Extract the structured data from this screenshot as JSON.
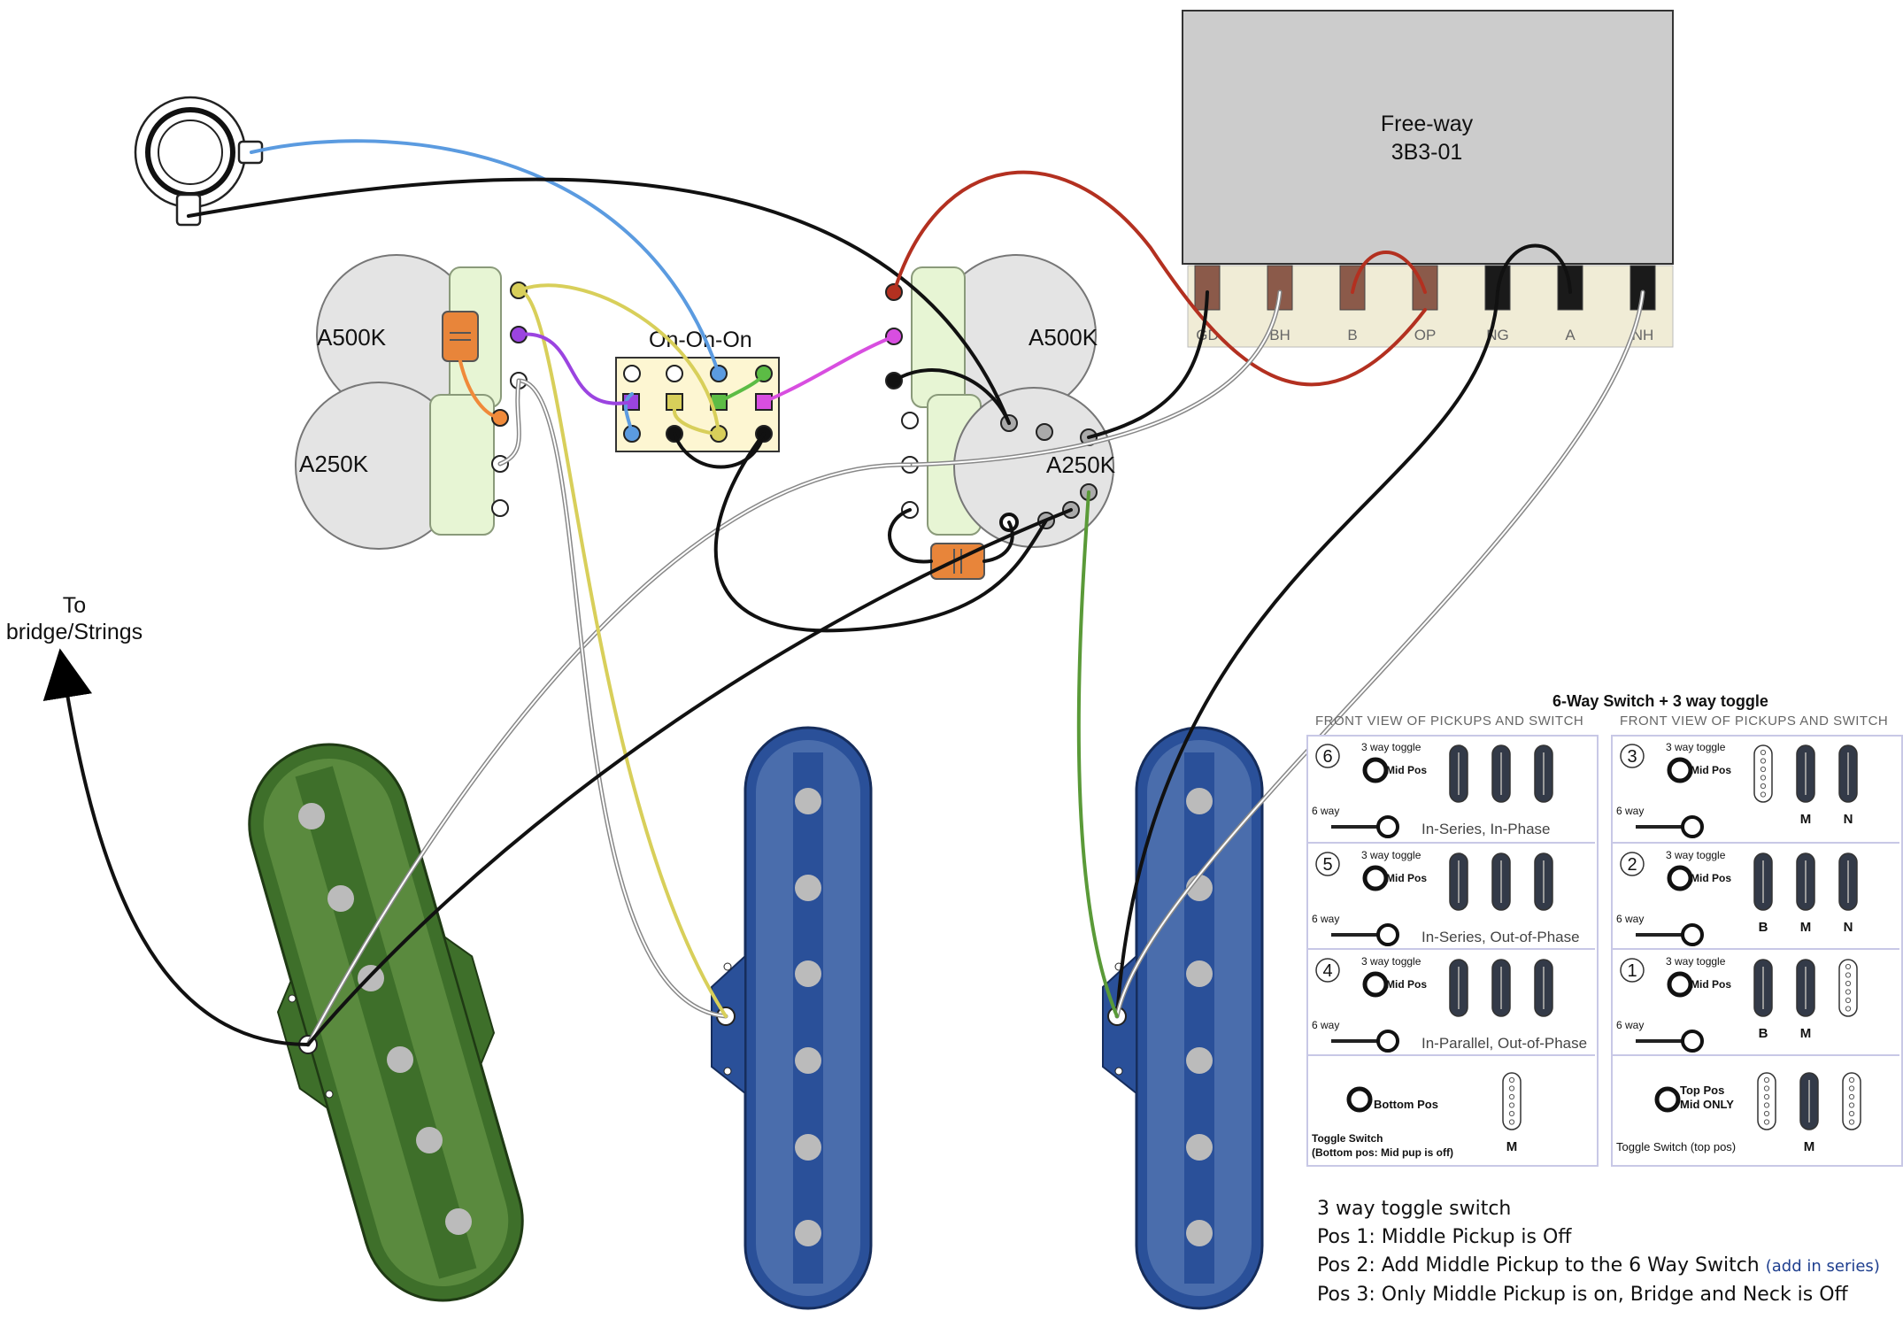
{
  "controller": {
    "title_line1": "Free-way",
    "title_line2": "3B3-01",
    "terminals": [
      "GD",
      "BH",
      "B",
      "OP",
      "NG",
      "A",
      "NH"
    ]
  },
  "switch_label": "On-On-On",
  "pots": [
    {
      "id": "vol-1",
      "label": "A500K"
    },
    {
      "id": "tone-1",
      "label": "A250K"
    },
    {
      "id": "vol-2",
      "label": "A500K"
    },
    {
      "id": "tone-2",
      "label": "A250K"
    }
  ],
  "bridge_label": [
    "To",
    "bridge/Strings"
  ],
  "chart": {
    "title": "6-Way Switch + 3 way toggle",
    "subtitle_left": "FRONT VIEW OF PICKUPS AND SWITCH",
    "subtitle_right": "FRONT VIEW OF PICKUPS AND SWITCH",
    "cells": [
      {
        "num": "6",
        "toggle": "3 way toggle",
        "toggle_pos": "Mid Pos",
        "way": "6 way",
        "desc": "In-Series, In-Phase",
        "letters": [
          "",
          "",
          ""
        ]
      },
      {
        "num": "3",
        "toggle": "3 way toggle",
        "toggle_pos": "Mid Pos",
        "way": "6 way",
        "desc": "",
        "letters": [
          "",
          "M",
          "N"
        ]
      },
      {
        "num": "5",
        "toggle": "3 way toggle",
        "toggle_pos": "Mid Pos",
        "way": "6 way",
        "desc": "In-Series, Out-of-Phase",
        "letters": [
          "",
          "",
          ""
        ]
      },
      {
        "num": "2",
        "toggle": "3 way toggle",
        "toggle_pos": "Mid Pos",
        "way": "6 way",
        "desc": "",
        "letters": [
          "B",
          "M",
          "N"
        ]
      },
      {
        "num": "4",
        "toggle": "3 way toggle",
        "toggle_pos": "Mid Pos",
        "way": "6 way",
        "desc": "In-Parallel, Out-of-Phase",
        "letters": [
          "",
          "",
          ""
        ]
      },
      {
        "num": "1",
        "toggle": "3 way toggle",
        "toggle_pos": "Mid Pos",
        "way": "6 way",
        "desc": "",
        "letters": [
          "B",
          "M",
          ""
        ]
      }
    ],
    "bottom_left": {
      "pos": "Bottom Pos",
      "caption1": "Toggle Switch",
      "caption2": "(Bottom pos: Mid pup is off)",
      "letter": "M"
    },
    "bottom_right": {
      "pos1": "Top Pos",
      "pos2": "Mid ONLY",
      "caption": "Toggle Switch (top pos)",
      "letter": "M"
    }
  },
  "notes": {
    "title": "3 way toggle switch",
    "pos1": "Pos 1: Middle Pickup is Off",
    "pos2": "Pos 2: Add Middle Pickup to the 6 Way Switch",
    "pos2_aside": "(add in series)",
    "pos3": "Pos 3: Only Middle Pickup is on, Bridge and Neck is Off"
  },
  "colors": {
    "controller_body": "#cccccc",
    "terminal_strip": "#f0ecd6",
    "pot_body": "#e4e4e4",
    "pot_lug_panel": "#e7f5d4",
    "capacitor": "#e8853a",
    "switch_body": "#fdf6d2",
    "pickup_green": "#3e6f2a",
    "pickup_blue": "#2a5099",
    "wire_blue": "#5b9be0",
    "wire_red": "#b33020",
    "wire_yellow": "#d8cf5a",
    "wire_purple": "#9b44e0",
    "wire_green": "#5cbc45",
    "wire_magenta": "#d84ee0",
    "wire_orange": "#f08a3a",
    "wire_olive_green": "#5a9a38"
  }
}
